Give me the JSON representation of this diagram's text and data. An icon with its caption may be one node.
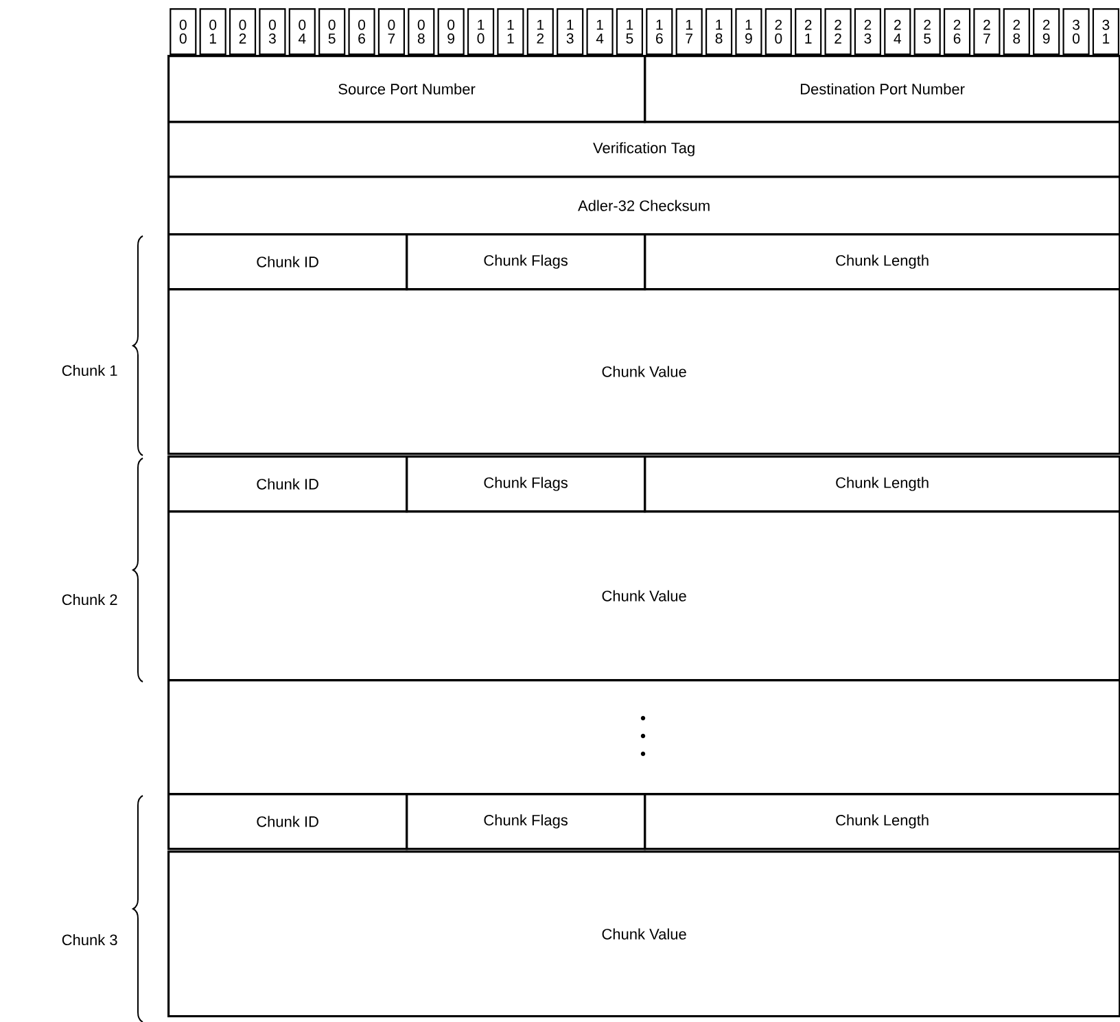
{
  "diagram": {
    "nodes": [
      {
        "text": [
          "0 0"
        ]
      },
      {
        "text": [
          "0 1"
        ]
      },
      {
        "text": [
          "0 2"
        ]
      },
      {
        "text": [
          "0 3"
        ]
      },
      {
        "text": [
          "0 4"
        ]
      },
      {
        "text": [
          "0 5"
        ]
      },
      {
        "text": [
          "0 6"
        ]
      },
      {
        "text": [
          "0 7"
        ]
      },
      {
        "text": [
          "0 8"
        ]
      },
      {
        "text": [
          "0 9"
        ]
      },
      {
        "text": [
          "1 0"
        ]
      },
      {
        "text": [
          "1 1"
        ]
      },
      {
        "text": [
          "1 2"
        ]
      },
      {
        "text": [
          "1 3"
        ]
      },
      {
        "text": [
          "1 4"
        ]
      },
      {
        "text": [
          "1 5"
        ]
      },
      {
        "text": [
          "1 6"
        ]
      },
      {
        "text": [
          "1 7"
        ]
      },
      {
        "text": [
          "1 8"
        ]
      },
      {
        "text": [
          "1 9"
        ]
      },
      {
        "text": [
          "2 0"
        ]
      },
      {
        "text": [
          "2 1"
        ]
      },
      {
        "text": [
          "2 2"
        ]
      },
      {
        "text": [
          "2 3"
        ]
      },
      {
        "text": [
          "2 4"
        ]
      },
      {
        "text": [
          "2 5"
        ]
      },
      {
        "text": [
          "2 6"
        ]
      },
      {
        "text": [
          "2 7"
        ]
      },
      {
        "text": [
          "2 8"
        ]
      },
      {
        "text": [
          "2 9"
        ]
      },
      {
        "text": [
          "3 0"
        ]
      },
      {
        "text": [
          "3 1"
        ]
      },
      {
        "text": [
          "Source Port Number"
        ]
      },
      {
        "text": [
          "Destination Port Number"
        ]
      },
      {
        "text": [
          "Verification Tag"
        ]
      },
      {
        "text": [
          "Adler-32 Checksum"
        ]
      },
      {
        "text": [
          "Chunk ID"
        ]
      },
      {
        "text": [
          "Chunk Flags"
        ]
      },
      {
        "text": [
          "Chunk Length"
        ]
      },
      {
        "text": [
          "Chunk Value"
        ]
      },
      {
        "text": [
          "Chunk ID"
        ]
      },
      {
        "text": [
          "Chunk Flags"
        ]
      },
      {
        "text": [
          "Chunk Length"
        ]
      },
      {
        "text": [
          "Chunk Value"
        ]
      },
      {
        "text": [],
        "shape": "box"
      },
      {
        "text": [
          "Chunk ID"
        ]
      },
      {
        "text": [
          "Chunk Flags"
        ]
      },
      {
        "text": [
          "Chunk Length"
        ]
      },
      {
        "text": [
          "Chunk Value"
        ]
      }
    ],
    "labels": [
      "Chunk 1",
      "Chunk 2",
      "Chunk 3"
    ]
  }
}
